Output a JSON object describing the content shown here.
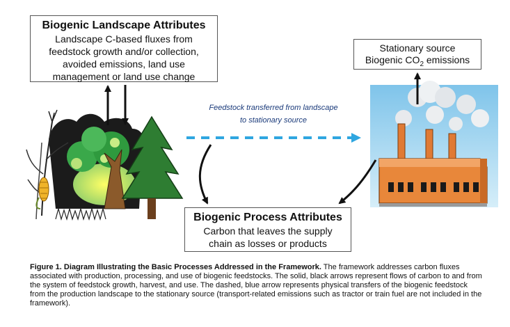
{
  "landscape": {
    "title": "Biogenic Landscape Attributes",
    "line1": "Landscape C-based fluxes from",
    "line2": "feedstock growth and/or collection,",
    "line3": "avoided emissions, land use",
    "line4": "management or land use change"
  },
  "source": {
    "line1": "Stationary source",
    "line2_pre": "Biogenic CO",
    "line2_sub": "2",
    "line2_post": " emissions"
  },
  "process": {
    "title": "Biogenic Process Attributes",
    "line1": "Carbon that leaves the supply",
    "line2": "chain as losses or products"
  },
  "transfer": {
    "line1": "Feedstock transferred from landscape",
    "line2": "to stationary source"
  },
  "caption": {
    "label": "Figure 1. Diagram Illustrating the Basic Processes Addressed in the Framework.",
    "text": " The framework addresses carbon fluxes associated with production, processing, and use of biogenic feedstocks. The solid, black arrows represent flows of carbon to and from the system of feedstock growth, harvest, and use. The dashed, blue arrow represents physical transfers of the biogenic feedstock from the production landscape to the stationary source (transport-related emissions such as tractor or train fuel are not included in the framework)."
  },
  "colors": {
    "arrow_black": "#111111",
    "arrow_blue": "#2fa6e0",
    "factory_orange": "#e8873a",
    "sky_blue": "#9fd4ef",
    "tree_green": "#2e7d32"
  },
  "icons": [
    "landscape-clipart",
    "factory-clipart"
  ]
}
